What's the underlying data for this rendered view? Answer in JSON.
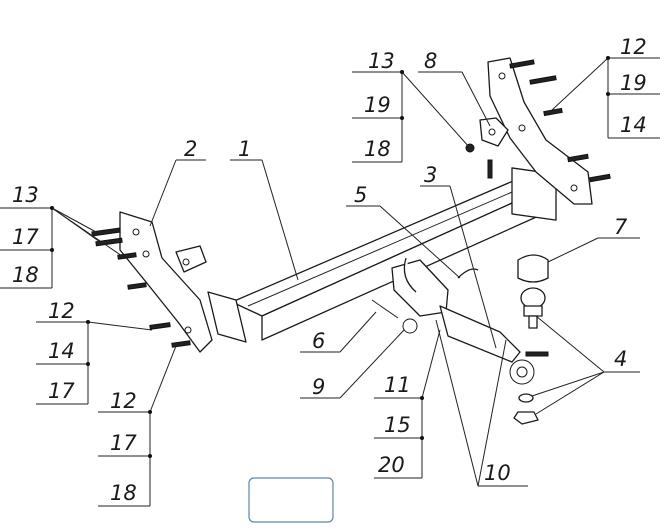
{
  "callouts": {
    "c1": "1",
    "c2": "2",
    "c3": "3",
    "c5": "5",
    "c6": "6",
    "c7": "7",
    "c8": "8",
    "c9": "9",
    "c10": "10",
    "c4": "4",
    "c11": "11",
    "g13a": [
      "13",
      "19",
      "18"
    ],
    "g12a": [
      "12",
      "19",
      "14"
    ],
    "g13b": [
      "13",
      "17",
      "18"
    ],
    "g12b": [
      "12",
      "14",
      "17"
    ],
    "g12c": [
      "12",
      "17",
      "18"
    ],
    "g11": [
      "11",
      "15",
      "20"
    ]
  }
}
